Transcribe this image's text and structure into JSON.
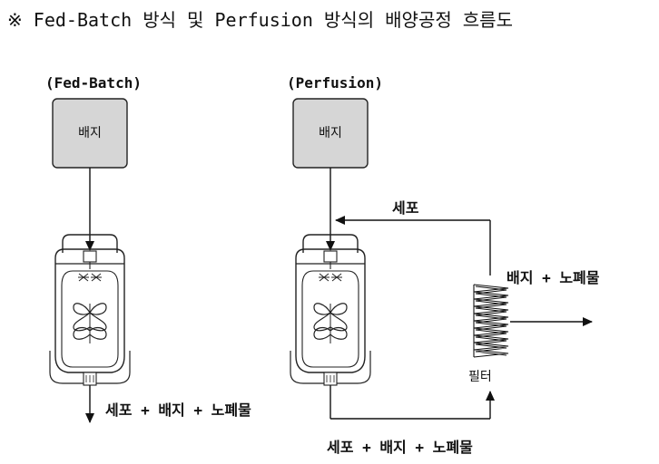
{
  "title": "※ Fed-Batch 방식 및 Perfusion 방식의 배양공정 흐름도",
  "fed_batch": {
    "heading": "(Fed-Batch)",
    "medium_box": "배지",
    "output_label": "세포 + 배지 + 노폐물"
  },
  "perfusion": {
    "heading": "(Perfusion)",
    "medium_box": "배지",
    "cell_return_label": "세포",
    "filter_output_label": "배지 + 노폐물",
    "filter_label": "필터",
    "bottom_flow_label": "세포 + 배지 + 노폐물"
  }
}
